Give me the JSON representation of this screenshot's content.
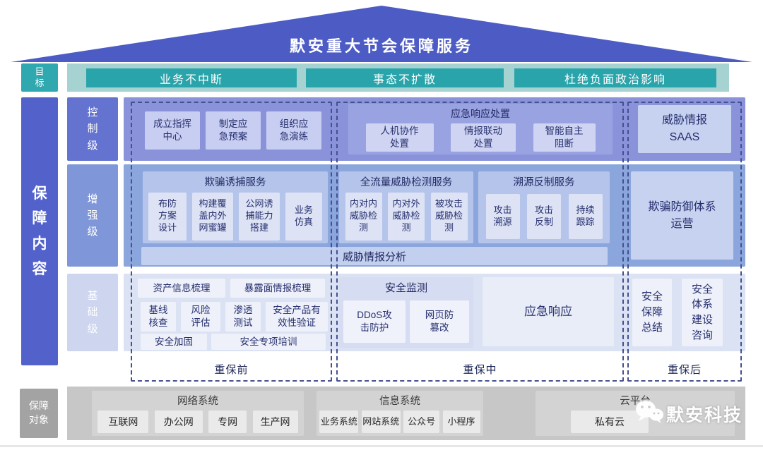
{
  "title": "默安重大节会保障服务",
  "sidebar": {
    "goal": "目\n标",
    "content": "保\n障\n内\n容",
    "target": "保障\n对象"
  },
  "goals": [
    "业务不中断",
    "事态不扩散",
    "杜绝负面政治影响"
  ],
  "levels": {
    "control": "控\n制\n级",
    "enhanced": "增\n强\n级",
    "basic": "基\n础\n级"
  },
  "phases": {
    "pre": "重保前",
    "mid": "重保中",
    "post": "重保后"
  },
  "control": {
    "pre_items": [
      "成立指挥\n中心",
      "制定应\n急预案",
      "组织应\n急演练"
    ],
    "mid_group_title": "应急响应处置",
    "mid_items": [
      "人机协作\n处置",
      "情报联动\n处置",
      "智能自主\n阻断"
    ],
    "post_item": "威胁情报\nSAAS"
  },
  "enhanced": {
    "deception_title": "欺骗诱捕服务",
    "deception_items": [
      "布防\n方案\n设计",
      "构建覆\n盖内外\n网蜜罐",
      "公网诱\n捕能力\n搭建",
      "业务\n仿真"
    ],
    "detection_title": "全流量威胁检测服务",
    "detection_items": [
      "内对内\n威胁检\n测",
      "内对外\n威胁检\n测",
      "被攻击\n威胁检\n测"
    ],
    "trace_title": "溯源反制服务",
    "trace_items": [
      "攻击\n溯源",
      "攻击\n反制",
      "持续\n跟踪"
    ],
    "intel_band": "威胁情报分析",
    "post_item": "欺骗防御体系\n运营"
  },
  "basic": {
    "pre_row1": [
      "资产信息梳理",
      "暴露面情报梳理"
    ],
    "pre_row2": [
      "基线\n核查",
      "风险\n评估",
      "渗透\n测试",
      "安全产品有\n效性验证"
    ],
    "pre_row3": [
      "安全加固",
      "安全专项培训"
    ],
    "monitor_title": "安全监测",
    "monitor_items": [
      "DDoS攻\n击防护",
      "网页防\n篡改"
    ],
    "mid_item": "应急响应",
    "post_items": [
      "安全\n保障\n总结",
      "安全\n体系\n建设\n咨询"
    ]
  },
  "targets": {
    "network_title": "网络系统",
    "network_items": [
      "互联网",
      "办公网",
      "专网",
      "生产网"
    ],
    "info_title": "信息系统",
    "info_items": [
      "业务系统",
      "网站系统",
      "公众号",
      "小程序"
    ],
    "cloud_title": "云平台",
    "cloud_items": [
      "私有云"
    ]
  },
  "watermark": {
    "icon": "wechat-icon",
    "brand": "默安科技"
  },
  "colors": {
    "roof": "#4d5cc5",
    "goal_teal": "#2aa4ab",
    "goal_band": "#a6d3d1",
    "content_blue": "#5262ca",
    "control_row": "#8a93da",
    "enhanced_row": "#8ba5dd",
    "basic_row": "#dbe2f3",
    "navy_text": "#262f6e",
    "dashed": "#44508f",
    "gray_band": "#c7c7c7"
  }
}
